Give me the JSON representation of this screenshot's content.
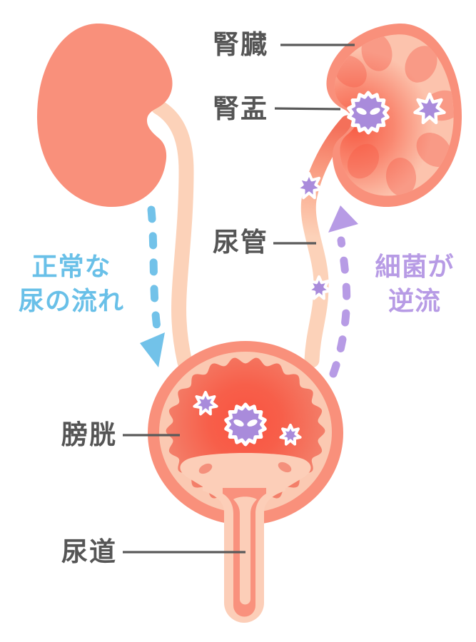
{
  "labels": {
    "kidney": "腎臓",
    "renal_pelvis": "腎盂",
    "ureter": "尿管",
    "bladder": "膀胱",
    "urethra": "尿道"
  },
  "annotations": {
    "normal_flow": {
      "line1": "正常な",
      "line2": "尿の流れ",
      "color": "#69C0E8"
    },
    "reflux": {
      "line1": "細菌が",
      "line2": "逆流",
      "color": "#B79BE5"
    }
  },
  "icons": {
    "germ": "spiky-bacteria-with-angry-eyes-icon",
    "star": "seven-point-star-bacteria-icon",
    "normal_flow_arrow": "blue-dashed-down-arrow",
    "reflux_arrow": "purple-dashed-up-arrow"
  },
  "colors": {
    "organ_salmon": "#F9907B",
    "organ_light_peach": "#FCD2B9",
    "kidney_inner": "#FCC3AD",
    "lobe": "#F99A86",
    "bladder_red_center": "#FA5340",
    "bladder_red_edge": "#F3806B",
    "bacteria_purple": "#A98BDB",
    "arrow_blue": "#72C2E9",
    "arrow_purple": "#B79BE5",
    "label_gray": "#555555",
    "background": "#FFFFFF"
  }
}
